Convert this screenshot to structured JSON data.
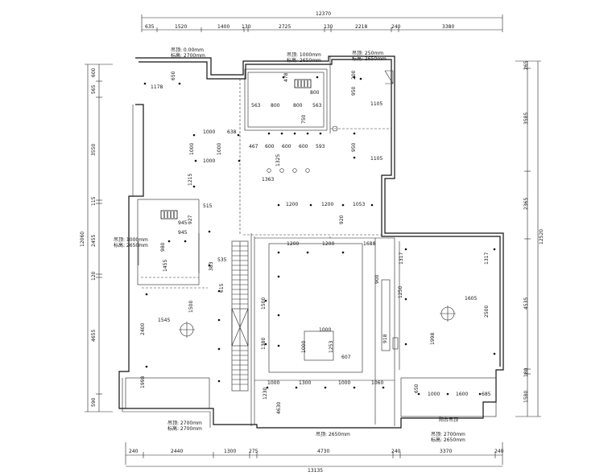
{
  "top_dims": {
    "total": "12370",
    "segments": [
      "635",
      "1520",
      "1400",
      "130",
      "2725",
      "130",
      "2218",
      "240",
      "3380"
    ]
  },
  "bottom_dims": {
    "total": "13135",
    "segments": [
      "240",
      "2440",
      "1300",
      "275",
      "4730",
      "240",
      "3370",
      "240"
    ]
  },
  "left_dims": {
    "total": "12060",
    "segments": [
      "600",
      "565",
      "3550",
      "115",
      "2455",
      "120",
      "4655",
      "590"
    ]
  },
  "right_dims": {
    "total": "12520",
    "segments": [
      "265",
      "3585",
      "2365",
      "4535",
      "180",
      "1580"
    ]
  },
  "labels": {
    "l1178": "1178",
    "l650": "650",
    "l1000a": "1000",
    "l638": "638",
    "l1000b": "1000",
    "l1000c": "1000",
    "l1000d": "1000",
    "l1215": "1215",
    "l478": "478",
    "l800a": "800",
    "l563a": "563",
    "l800b": "800",
    "l800c": "800",
    "l563b": "563",
    "l750": "750",
    "l200a": "200",
    "l950a": "950",
    "l1105": "1105",
    "l467": "467",
    "l600a": "600",
    "l600b": "600",
    "l600c": "600",
    "l593": "593",
    "l950b": "950",
    "l1105b": "1105",
    "l1325": "1325",
    "l1363": "1363",
    "l1200a": "1200",
    "l1200b": "1200",
    "l1053": "1053",
    "l920a": "920",
    "l515": "515",
    "l927": "927",
    "l945a": "945",
    "l945b": "945",
    "l980": "980",
    "l1455": "1455",
    "l535": "535",
    "l383": "383",
    "l615": "615",
    "l1200c": "1200",
    "l1200d": "1200",
    "l1688": "1688",
    "l1317a": "1317",
    "l1317b": "1317",
    "l900": "900",
    "l1250": "1250",
    "l1605": "1605",
    "l2500": "2500",
    "l1545": "1545",
    "l1500": "1500",
    "l2400": "2400",
    "l1000e": "1000",
    "l1253": "1253",
    "l607": "607",
    "l1500b": "1500",
    "l1380": "1380",
    "l1998": "1998",
    "l1000f": "1000",
    "l1300": "1300",
    "l1000g": "1000",
    "l650b": "650",
    "l1000h": "1000",
    "l1600": "1600",
    "l685": "685",
    "l1230": "1230",
    "l4630": "4630",
    "l1060": "1060",
    "l918": "918"
  },
  "room_notes": {
    "n1": "吊顶: 0.00mm",
    "n1b": "标高: 2700mm",
    "n2": "吊顶: 1000mm",
    "n2b": "标高: 2650mm",
    "n3": "吊顶: 250mm",
    "n3b": "标高: 2650mm",
    "n4": "吊顶: 1000mm",
    "n4b": "标高: 2650mm",
    "n5": "吊顶: 2700mm",
    "n5b": "标高: 2700mm",
    "n6": "吊顶: 2650mm",
    "n7": "吊顶: 2700mm",
    "n7b": "标高: 2650mm",
    "n8": "阳台吊顶"
  }
}
